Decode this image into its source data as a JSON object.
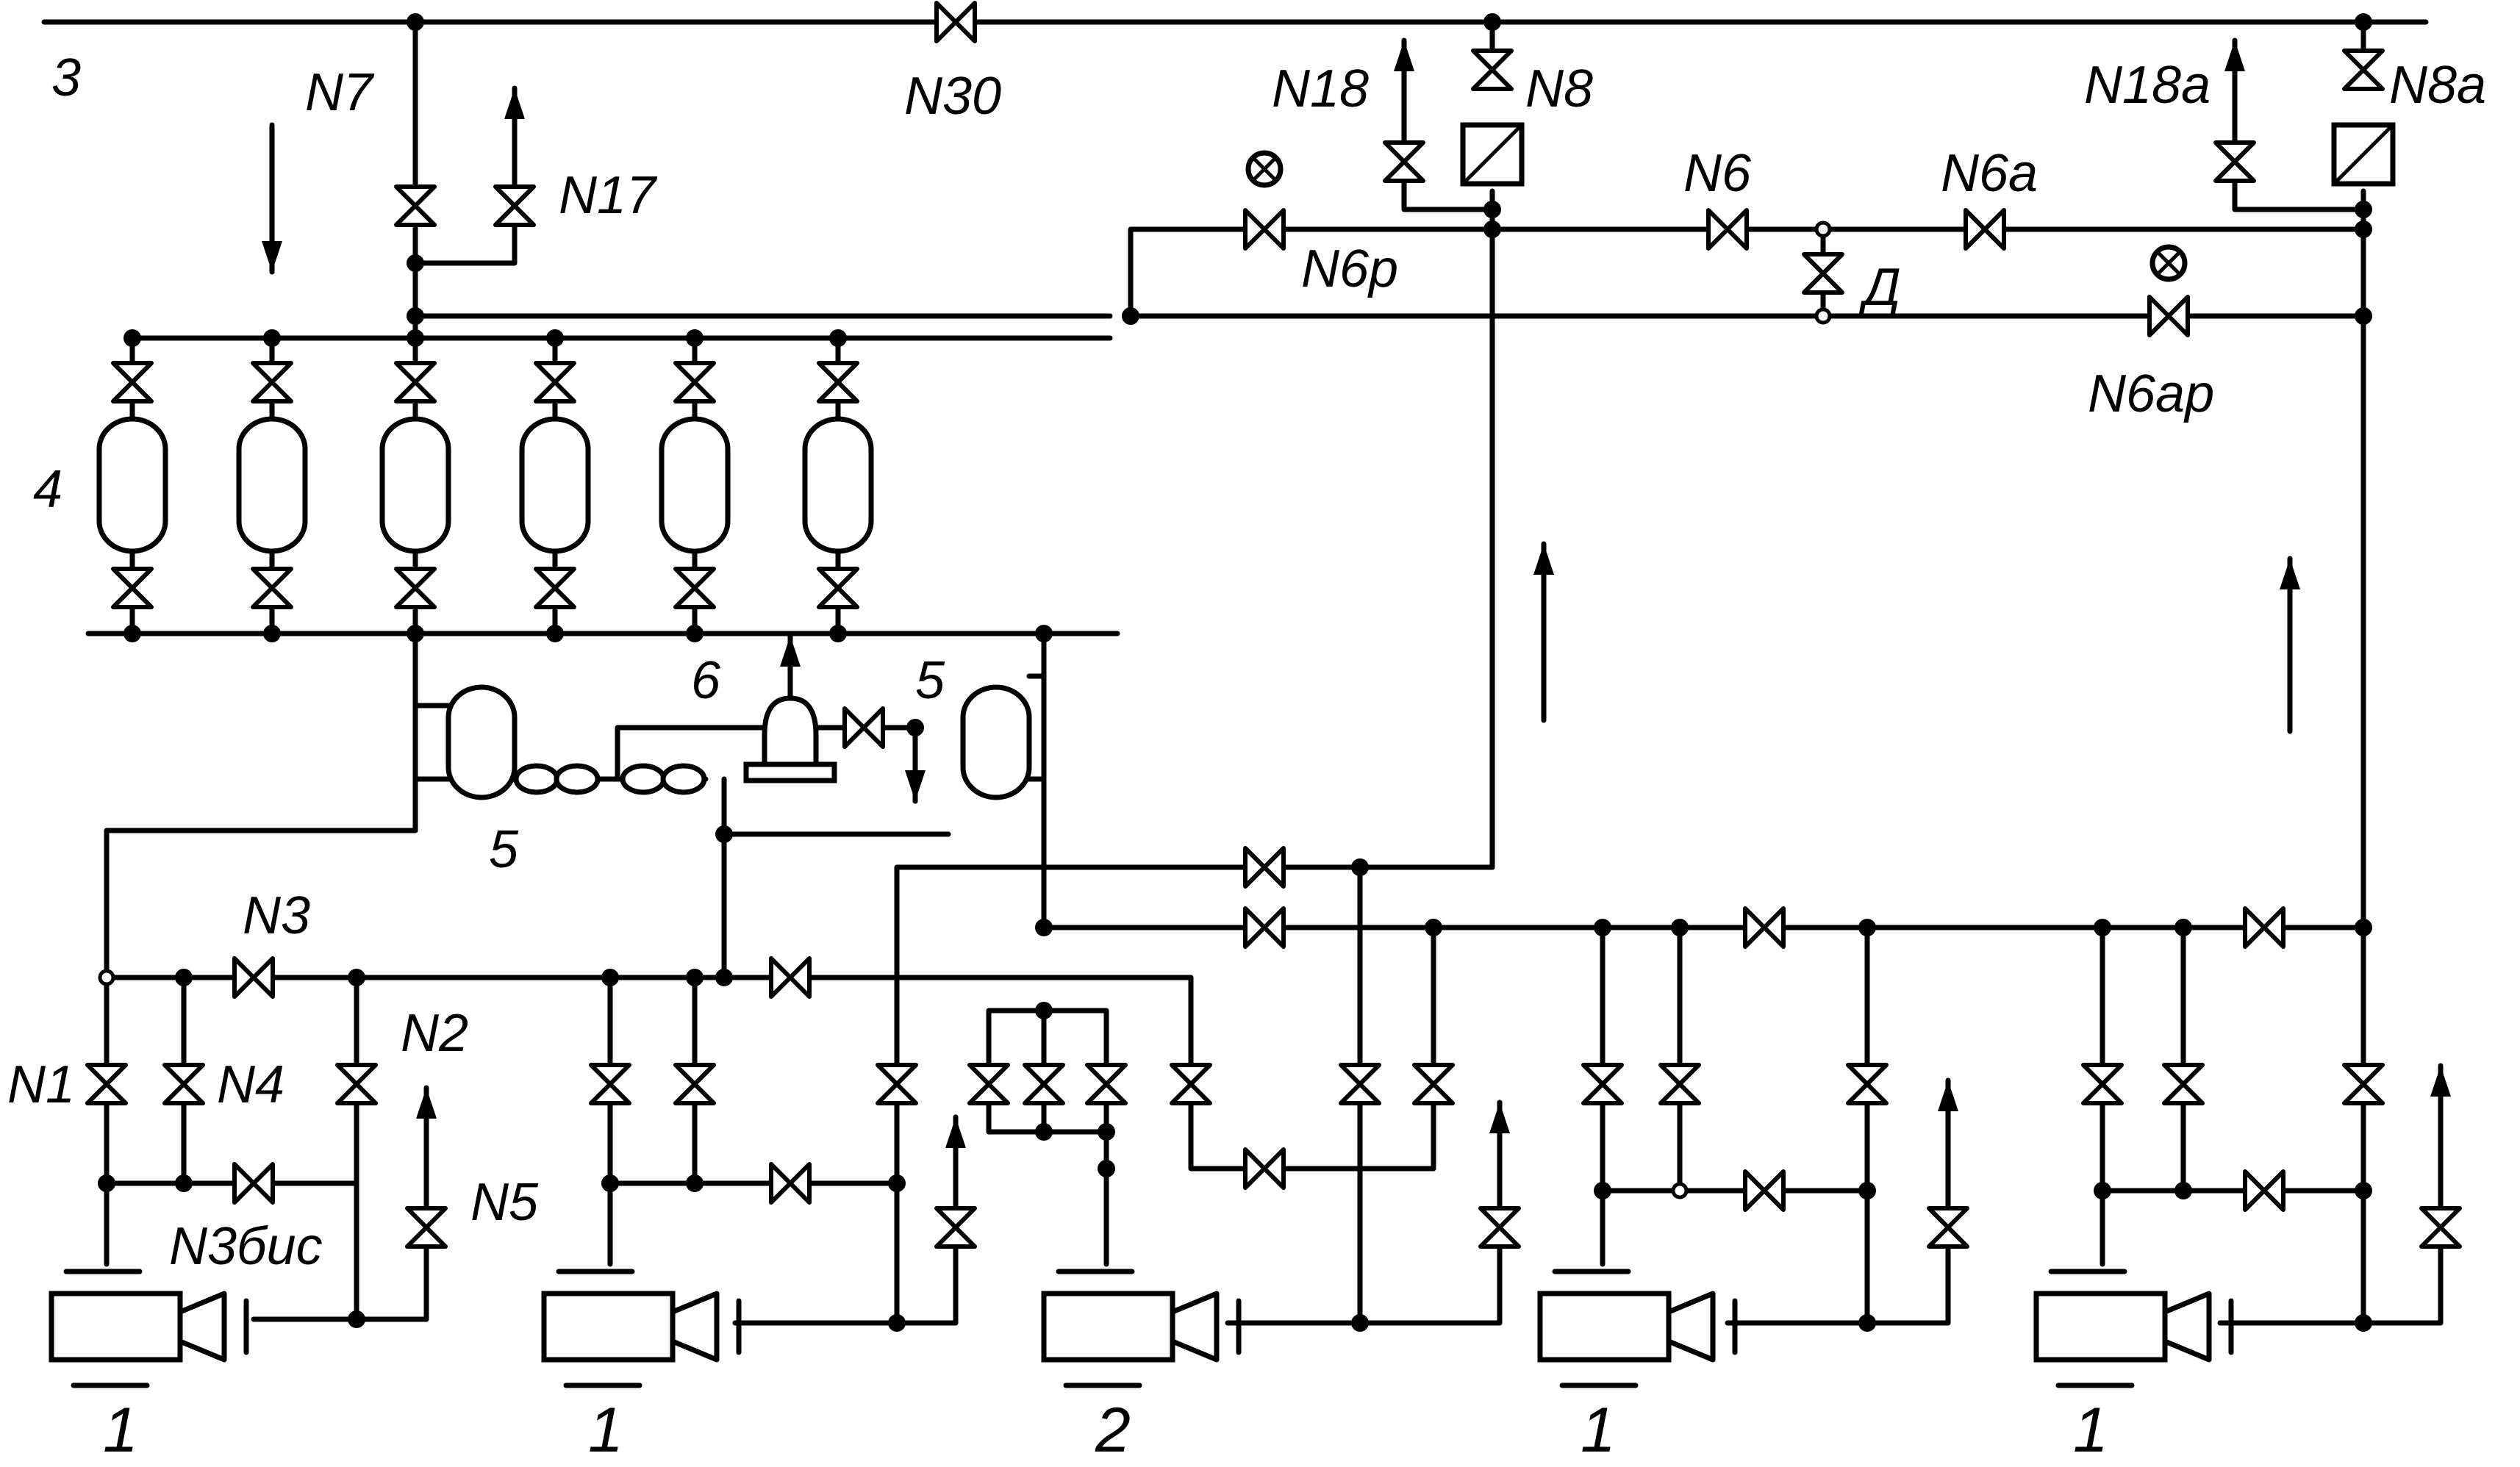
{
  "labels": {
    "line3": "3",
    "n7": "N7",
    "n17": "N17",
    "n30": "N30",
    "n18": "N18",
    "n8": "N8",
    "n18a": "N18a",
    "n8a": "N8a",
    "n6": "N6",
    "n6a": "N6a",
    "n6p": "N6p",
    "d": "Д",
    "n6ap": "N6ap",
    "group4": "4",
    "item6": "6",
    "item5_right": "5",
    "item5_left": "5",
    "n3": "N3",
    "n2": "N2",
    "n1": "N1",
    "n4": "N4",
    "n5": "N5",
    "n3bis": "N3бис",
    "unit1": "1",
    "unit2": "1",
    "unit3": "2",
    "unit4": "1",
    "unit5": "1"
  },
  "colors": {
    "line": "#000000",
    "background": "#ffffff"
  }
}
